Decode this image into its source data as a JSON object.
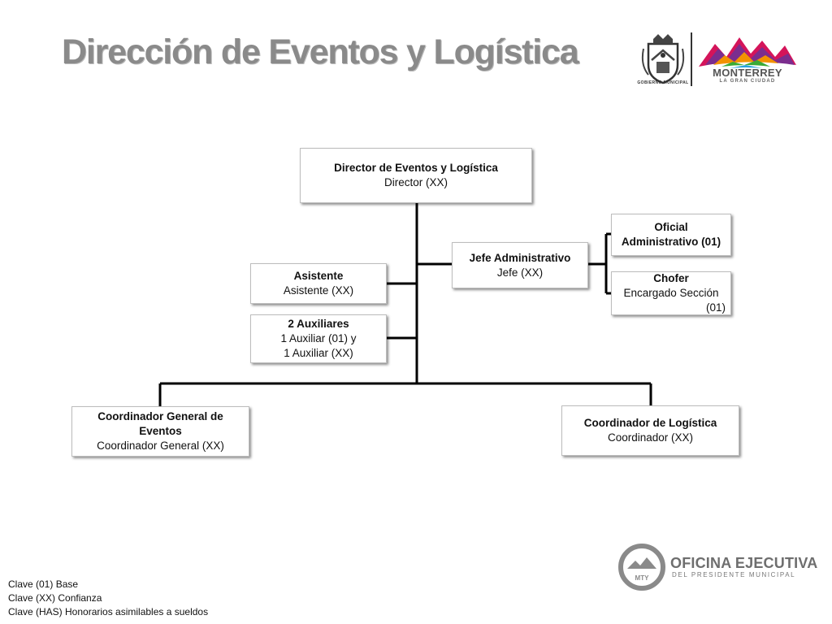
{
  "title": "Dirección de Eventos y Logística",
  "logos": {
    "seal_caption": "GOBIERNO MUNICIPAL",
    "brand_name": "MONTERREY",
    "brand_tagline": "LA GRAN CIUDAD",
    "footer_title": "OFICINA EJECUTIVA",
    "footer_subtitle": "DEL PRESIDENTE MUNICIPAL",
    "footer_badge": "MTY"
  },
  "org": {
    "director": {
      "title": "Director de Eventos y Logística",
      "subtitle": "Director (XX)"
    },
    "jefe": {
      "title": "Jefe Administrativo",
      "subtitle": "Jefe   (XX)"
    },
    "oficial": {
      "title": "Oficial Administrativo (01)"
    },
    "chofer": {
      "title": "Chofer",
      "line1": "Encargado Sección",
      "line2": "(01)"
    },
    "asistente": {
      "title": "Asistente",
      "subtitle": "Asistente (XX)"
    },
    "auxiliares": {
      "title": "2 Auxiliares",
      "line1": "1 Auxiliar (01) y",
      "line2": "1 Auxiliar   (XX)"
    },
    "coord_eventos": {
      "title": "Coordinador General de Eventos",
      "subtitle": "Coordinador General  (XX)"
    },
    "coord_logistica": {
      "title": "Coordinador de Logística",
      "subtitle": "Coordinador   (XX)"
    }
  },
  "legend": [
    "Clave (01) Base",
    "Clave (XX) Confianza",
    "Clave (HAS) Honorarios asimilables a sueldos"
  ],
  "colors": {
    "title": "#8a8a8a",
    "connector": "#000000",
    "brand_red": "#d4145a",
    "brand_purple": "#7b2d8e",
    "brand_orange": "#f39200",
    "brand_green": "#3aaa35",
    "brand_blue": "#29a3dc"
  }
}
